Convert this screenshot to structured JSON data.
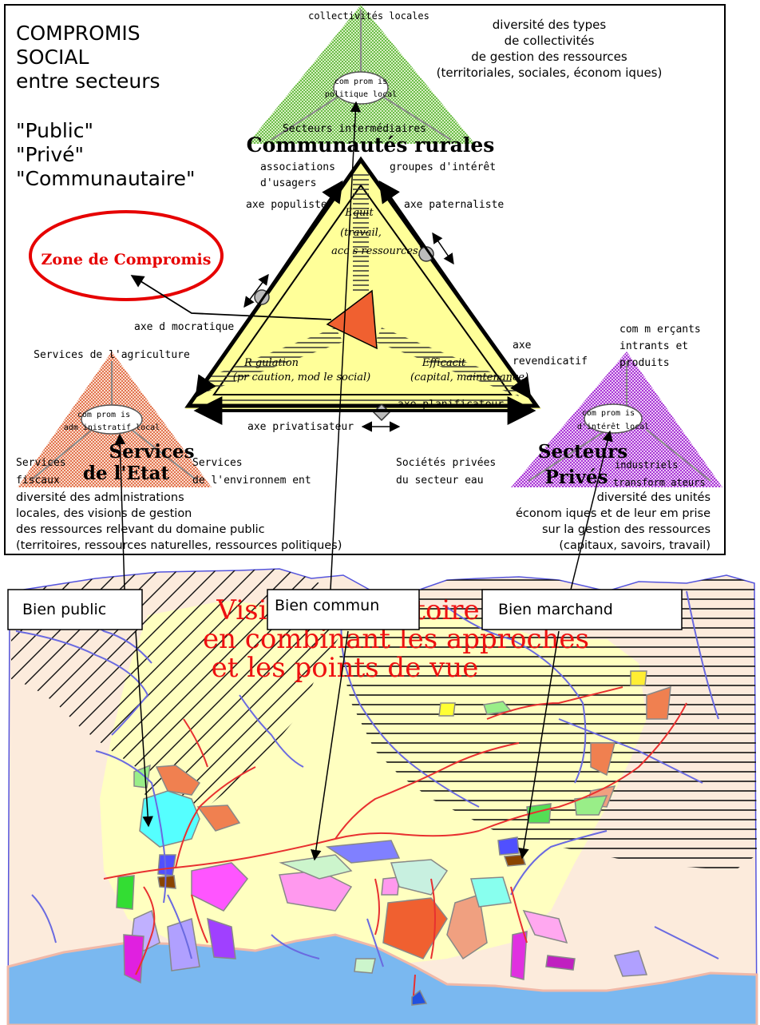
{
  "top_left": {
    "title_line1": "COMPROMIS",
    "title_line2": "SOCIAL",
    "title_line3": "entre secteurs",
    "sector1": "\"Public\"",
    "sector2": "\"Privé\"",
    "sector3": "\"Communautaire\""
  },
  "zone": "Zone de Compromis",
  "top_triangle": {
    "apex": "collectivités locales",
    "center_line1": "com prom is",
    "center_line2": "politique local",
    "base": "Secteurs intermédiaires",
    "title": "Communautés rurales",
    "left_sub1": "associations",
    "left_sub2": "d'usagers",
    "right_sub": "groupes d'intérêt"
  },
  "top_desc": [
    "diversité des types",
    "de collectivités",
    "de gestion des ressources",
    "(territoriales, sociales, économ iques)"
  ],
  "center": {
    "equite1": "Equit",
    "equite2": "(travail,",
    "equite3": "acc s ressources)",
    "regulation1": "R gulation",
    "regulation2": "(pr caution, mod le social)",
    "efficacite1": "Efficacit",
    "efficacite2": "(capital, maintenance)"
  },
  "axes": {
    "populiste": "axe populiste",
    "paternaliste": "axe paternaliste",
    "democratique": "axe d mocratique",
    "revendicatif1": "axe",
    "revendicatif2": "revendicatif",
    "planificateur": "axe planificateur",
    "privatisateur": "axe privatisateur"
  },
  "left_triangle": {
    "top_label": "Services de l'agriculture",
    "center_line1": "com prom is",
    "center_line2": "adm inistratif local",
    "title1": "Services",
    "title2": "de l'Etat",
    "left1": "Services",
    "left2": "fiscaux",
    "right1": "Services",
    "right2": "de l'environnem ent"
  },
  "left_desc": [
    "diversité des administrations",
    "locales, des visions de gestion",
    "des ressources relevant du domaine public",
    "(territoires, ressources naturelles, ressources politiques)"
  ],
  "right_triangle": {
    "top_label1": "com m erçants",
    "top_label2": "intrants et",
    "top_label3": "produits",
    "center_line1": "com prom is",
    "center_line2": "d'intérêt local",
    "title1": "Secteurs",
    "title2": "Privés",
    "left1": "Sociétés privées",
    "left2": "du secteur eau",
    "right1": "industriels",
    "right2": "transform ateurs"
  },
  "right_desc": [
    "diversité des unités",
    "économ iques et de leur em prise",
    "sur la gestion des ressources",
    "(capitaux, savoirs, travail)"
  ],
  "boxes": {
    "public": "Bien public",
    "commun": "Bien commun",
    "marchand": "Bien marchand"
  },
  "vision": [
    "Vision du territoire",
    "en combinant les approches",
    "et les points de vue"
  ],
  "colors": {
    "map_background": "#fcebdc",
    "yellow_zone": "#ffffc0",
    "sea": "#7ab8f0",
    "river": "#6a6ae0",
    "road": "#e83030",
    "green_triangle": "#8bd06a",
    "orange_triangle": "#e87a50",
    "purple_triangle": "#b040d8",
    "compromise": "#f06030",
    "vision_text": "#ee1111"
  }
}
